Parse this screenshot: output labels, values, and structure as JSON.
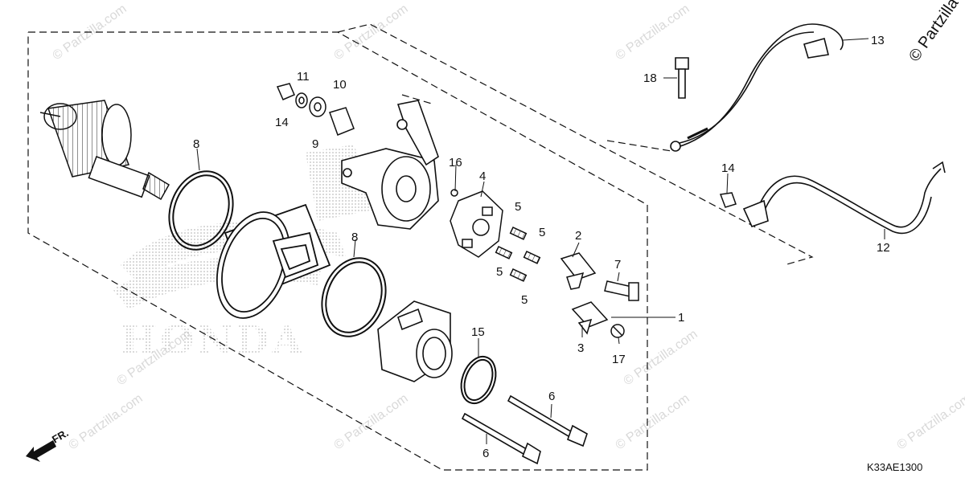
{
  "diagram": {
    "callouts": {
      "c1": "1",
      "c2": "2",
      "c3": "3",
      "c4": "4",
      "c5a": "5",
      "c5b": "5",
      "c5c": "5",
      "c5d": "5",
      "c6a": "6",
      "c6b": "6",
      "c7": "7",
      "c8a": "8",
      "c8b": "8",
      "c9": "9",
      "c10": "10",
      "c11": "11",
      "c12": "12",
      "c13": "13",
      "c14a": "14",
      "c14b": "14",
      "c15": "15",
      "c16": "16",
      "c17": "17",
      "c18": "18"
    },
    "front_label": "FR.",
    "diagram_code": "K33AE1300",
    "copyright": "© Partzilla",
    "watermark": "© Partzilla.com",
    "brand_logo": "HONDA"
  },
  "colors": {
    "line": "#111111",
    "watermark": "#d9d9d9",
    "logo": "#cfcfcf"
  }
}
